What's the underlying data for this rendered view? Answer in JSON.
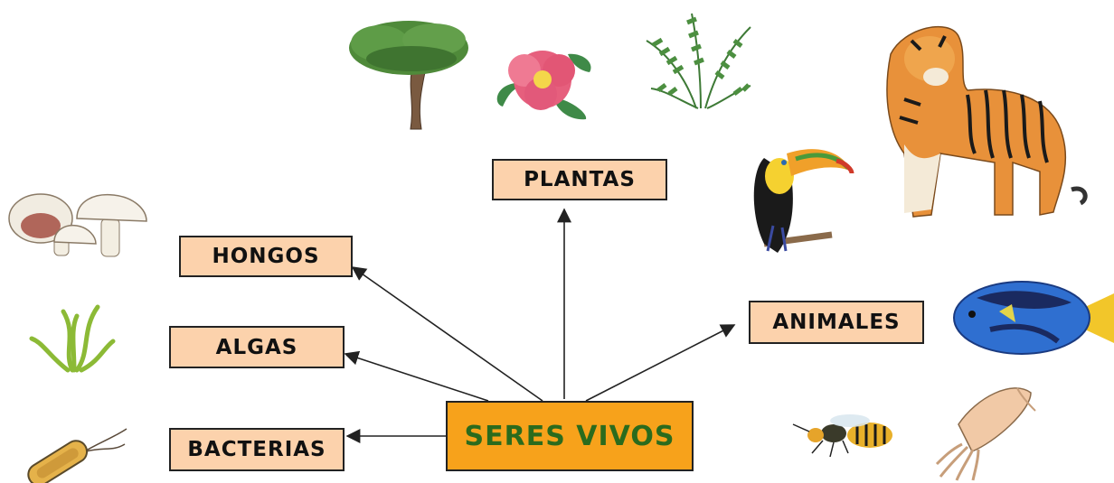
{
  "diagram": {
    "center": {
      "label": "SERES VIVOS"
    },
    "nodes": {
      "plantas": "PLANTAS",
      "hongos": "HONGOS",
      "algas": "ALGAS",
      "bacterias": "BACTERIAS",
      "animales": "ANIMALES"
    }
  },
  "colors": {
    "box_fill": "#fcd2ac",
    "center_fill": "#f7a21b",
    "center_text": "#2b6b1d",
    "arrow": "#222222"
  },
  "icons": [
    "pine-tree-icon",
    "camellia-flower-icon",
    "fern-icon",
    "tiger-icon",
    "toucan-icon",
    "blue-tang-fish-icon",
    "wasp-icon",
    "squid-icon",
    "mushrooms-icon",
    "seaweed-icon",
    "bacillus-bacterium-icon"
  ]
}
